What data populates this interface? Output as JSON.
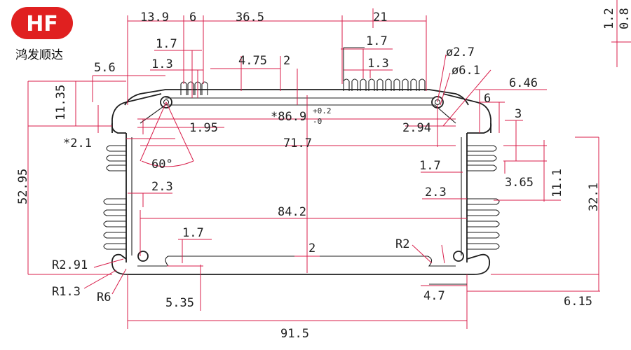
{
  "logo": {
    "mark": "HF",
    "company": "鸿发顺达"
  },
  "colors": {
    "dimension_line": "#d81e4a",
    "outline": "#1e1e1e",
    "logo_red": "#e02020"
  },
  "dimensions": {
    "top_13_9": "13.9",
    "top_6": "6",
    "top_36_5": "36.5",
    "top_21": "21",
    "d_1_7_a": "1.7",
    "d_1_3_a": "1.3",
    "d_4_75": "4.75",
    "d_2_top": "2",
    "d_1_7_b": "1.7",
    "d_1_3_b": "1.3",
    "phi_2_7": "ø2.7",
    "phi_6_1": "ø6.1",
    "d_5_6": "5.6",
    "d_11_35": "11.35",
    "d_6_46": "6.46",
    "d_6_right": "6",
    "d_star_86_9": "*86.9",
    "tol_plus": "+0.2",
    "tol_minus": "-0",
    "d_1_95": "1.95",
    "d_2_94": "2.94",
    "d_3": "3",
    "d_star_2_1": "*2.1",
    "d_71_7": "71.7",
    "d_60deg": "60°",
    "d_1_7_c": "1.7",
    "d_3_65": "3.65",
    "d_11_1": "11.1",
    "d_52_95": "52.95",
    "d_2_3_left": "2.3",
    "d_2_3_right": "2.3",
    "d_32_1": "32.1",
    "d_84_2": "84.2",
    "d_1_7_d": "1.7",
    "d_2_center": "2",
    "d_R2": "R2",
    "d_R2_91": "R2.91",
    "d_R1_3": "R1.3",
    "d_R6": "R6",
    "d_5_35": "5.35",
    "d_4_7": "4.7",
    "d_6_15": "6.15",
    "d_91_5": "91.5",
    "d_1_2_edge": "1.2",
    "d_0_8_edge": "0.8"
  }
}
